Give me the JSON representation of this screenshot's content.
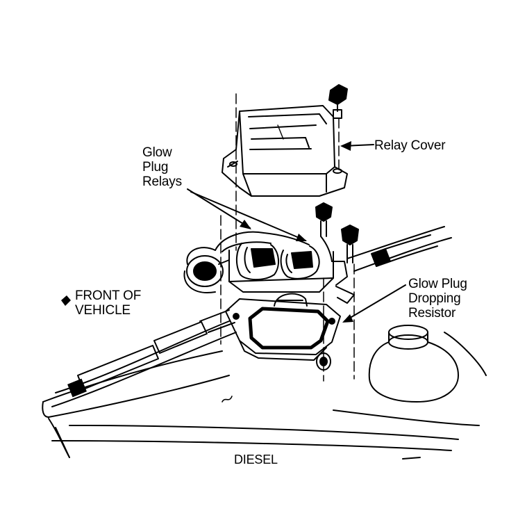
{
  "labels": {
    "glow_plug_relays": [
      "Glow",
      "Plug",
      "Relays"
    ],
    "relay_cover": "Relay Cover",
    "dropping_resistor": [
      "Glow Plug",
      "Dropping",
      "Resistor"
    ],
    "front_of_vehicle": [
      "FRONT OF",
      "VEHICLE"
    ],
    "caption": "DIESEL"
  },
  "colors": {
    "ink": "#000000",
    "paper": "#ffffff"
  }
}
